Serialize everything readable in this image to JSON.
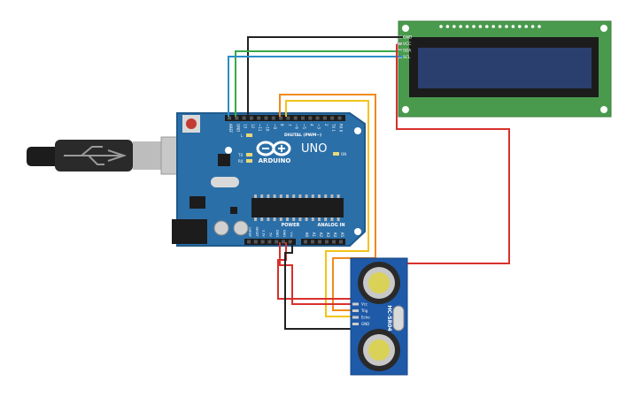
{
  "arduino": {
    "logo_text": "ARDUINO",
    "model": "UNO",
    "digital_label": "DIGITAL (PWM~)",
    "power_label": "POWER",
    "analog_label": "ANALOG IN",
    "led_l": "L",
    "led_tx": "TX",
    "led_rx": "RX",
    "led_on": "ON",
    "top_pins": [
      "AREF",
      "GND",
      "13",
      "12",
      "~11",
      "~10",
      "~9",
      "8",
      "7",
      "~6",
      "~5",
      "4",
      "~3",
      "2",
      "TX 1",
      "RX 0"
    ],
    "power_pins": [
      "IOREF",
      "RESET",
      "3.3V",
      "5V",
      "GND",
      "GND",
      "Vin"
    ],
    "analog_pins": [
      "A0",
      "A1",
      "A2",
      "A3",
      "A4",
      "A5"
    ]
  },
  "lcd": {
    "pins": [
      "GND",
      "VCC",
      "SDA",
      "SCL"
    ]
  },
  "sensor": {
    "model": "HC-SR04",
    "pins": [
      "Vcc",
      "Trig",
      "Echo",
      "GND"
    ]
  },
  "colors": {
    "board": "#2b6fa8",
    "board_dark": "#1f5a8c",
    "lcd_pcb": "#4a9a4e",
    "lcd_screen": "#2a3f6e",
    "wire_black": "#222222",
    "wire_green": "#3aa84a",
    "wire_blue": "#2a8fc8",
    "wire_red": "#d9302c",
    "wire_orange": "#f08a1c",
    "wire_yellow": "#f2c418"
  }
}
